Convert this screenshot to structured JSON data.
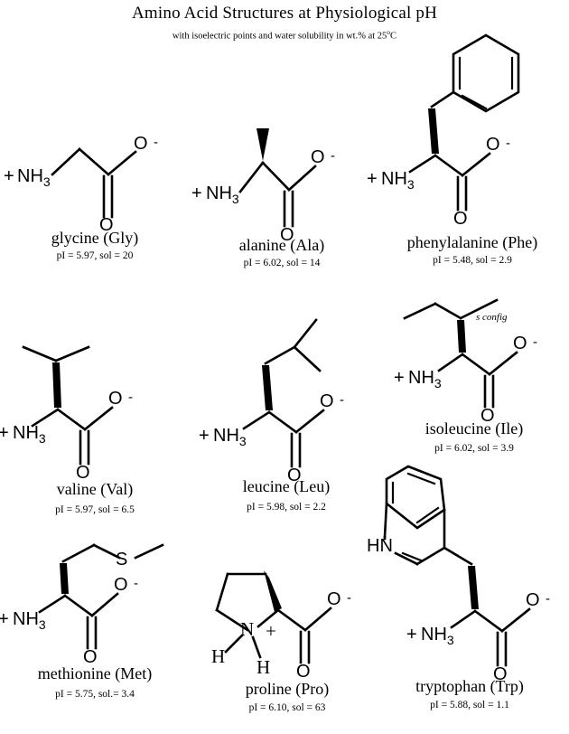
{
  "header": {
    "title": "Amino Acid Structures at Physiological pH",
    "subtitle_pre": "with isoelectric points and water solubility in wt.% at 25",
    "subtitle_deg": "o",
    "subtitle_post": "C"
  },
  "labels": {
    "amino_group": "NH",
    "amino_sub": "3",
    "plus": "+",
    "minus": "-",
    "oxygen": "O",
    "sulfur": "S",
    "nitrogen": "N",
    "hydrogen": "H",
    "indole_nh": "HN"
  },
  "amino_acids": [
    {
      "id": "glycine",
      "name": "glycine (Gly)",
      "stats": "pI = 5.97, sol = 20",
      "pI": 5.97,
      "solubility": 20,
      "side_chain": "H",
      "config": ""
    },
    {
      "id": "alanine",
      "name": "alanine (Ala)",
      "stats": "pI = 6.02, sol = 14",
      "pI": 6.02,
      "solubility": 14,
      "side_chain": "CH3",
      "config": ""
    },
    {
      "id": "phenylalanine",
      "name": "phenylalanine (Phe)",
      "stats": "pI = 5.48,  sol = 2.9",
      "pI": 5.48,
      "solubility": 2.9,
      "side_chain": "CH2-phenyl",
      "config": ""
    },
    {
      "id": "valine",
      "name": "valine (Val)",
      "stats": "pI = 5.97, sol = 6.5",
      "pI": 5.97,
      "solubility": 6.5,
      "side_chain": "isopropyl",
      "config": ""
    },
    {
      "id": "leucine",
      "name": "leucine (Leu)",
      "stats": "pI = 5.98, sol = 2.2",
      "pI": 5.98,
      "solubility": 2.2,
      "side_chain": "isobutyl",
      "config": ""
    },
    {
      "id": "isoleucine",
      "name": "isoleucine (Ile)",
      "stats": "pI = 6.02, sol = 3.9",
      "pI": 6.02,
      "solubility": 3.9,
      "side_chain": "sec-butyl",
      "config": "s config"
    },
    {
      "id": "methionine",
      "name": "methionine (Met)",
      "stats": "pI = 5.75, sol.= 3.4",
      "pI": 5.75,
      "solubility": 3.4,
      "side_chain": "CH2CH2SCH3",
      "config": ""
    },
    {
      "id": "proline",
      "name": "proline (Pro)",
      "stats": "pI = 6.10, sol = 63",
      "pI": 6.1,
      "solubility": 63,
      "side_chain": "pyrrolidine-ring",
      "config": ""
    },
    {
      "id": "tryptophan",
      "name": "tryptophan (Trp)",
      "stats": "pI = 5.88, sol = 1.1",
      "pI": 5.88,
      "solubility": 1.1,
      "side_chain": "CH2-indole",
      "config": ""
    }
  ]
}
